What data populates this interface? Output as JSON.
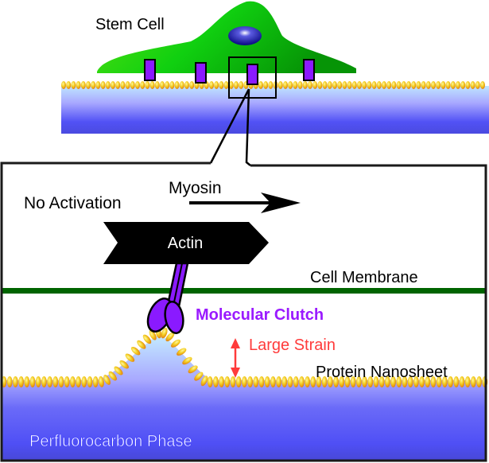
{
  "overview": {
    "title": "Stem Cell",
    "colors": {
      "cell": "#1ad81a",
      "cell_dark": "#0a9a0a",
      "nucleus": "#1a1aa8",
      "receptor": "#8a1aff",
      "bead": "#f2c21a",
      "substrate_top": "#b8e0ff",
      "substrate_bottom": "#4b4bf0"
    }
  },
  "detail": {
    "state_label": "No Activation",
    "myosin_label": "Myosin",
    "actin_label": "Actin",
    "membrane_label": "Cell Membrane",
    "clutch_label": "Molecular Clutch",
    "strain_label": "Large Strain",
    "nanosheet_label": "Protein Nanosheet",
    "phase_label": "Perfluorocarbon Phase",
    "colors": {
      "membrane": "#006400",
      "clutch": "#8a1aff",
      "clutch_text": "#9a1aff",
      "strain": "#ff3b3b",
      "actin": "#000000",
      "phase_text": "#ffffff"
    }
  }
}
